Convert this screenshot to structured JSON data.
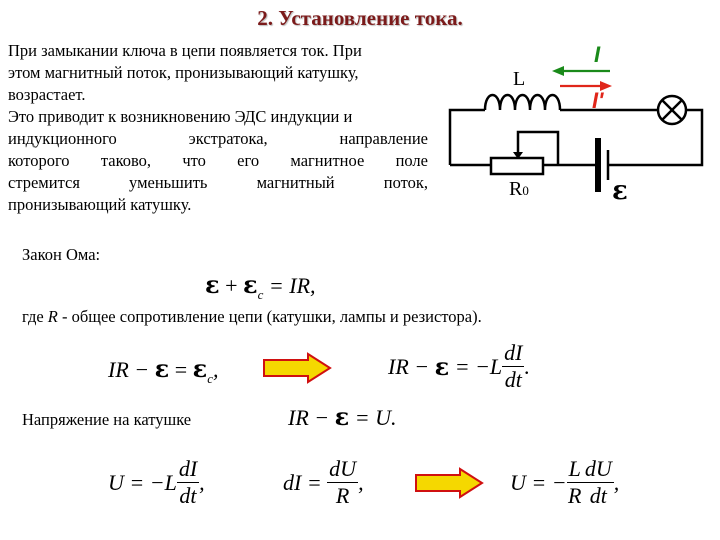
{
  "title": "2. Установление тока.",
  "intro": {
    "lines": [
      "При замыкании ключа в цепи появляется ток. При",
      "этом магнитный поток, пронизывающий катушку,",
      "возрастает.",
      "Это приводит к возникновению ЭДС индукции и",
      "индукционного экстратока, направление",
      "которого таково, что его магнитное поле",
      "стремится уменьшить магнитный поток,",
      "пронизывающий катушку."
    ]
  },
  "circuit": {
    "label_L": "L",
    "label_R0": "R",
    "label_R0_sub": "0",
    "label_I": "I",
    "label_I_prime": "I'",
    "label_emf": "ε",
    "color_I": "#1a8a1a",
    "color_I_prime": "#e0261a"
  },
  "ohm": {
    "label": "Закон Ома:",
    "eq_plus": "+",
    "eq_sub_c": "c",
    "eq_rhs": "= IR,"
  },
  "where": {
    "text_before": "где ",
    "text_R": "R",
    "text_after": " - общее сопротивление цепи (катушки, лампы и резистора)."
  },
  "eq2": {
    "lhs": "IR −",
    "eq": "=",
    "sub_c": "c",
    "tail": ","
  },
  "eq3": {
    "lhs": "IR −",
    "eq": "= −L",
    "num": "dI",
    "den": "dt",
    "tail": "."
  },
  "voltage": {
    "label": "Напряжение на катушке",
    "lhs": "IR −",
    "rhs": "= U."
  },
  "eq4": {
    "lhs": "U = −L",
    "num": "dI",
    "den": "dt",
    "tail": ","
  },
  "eq5": {
    "lhs": "dI =",
    "num": "dU",
    "den": "R",
    "tail": ","
  },
  "eq6": {
    "lhs": "U = −",
    "num1": "L",
    "den1": "R",
    "num2": "dU",
    "den2": "dt",
    "tail": ","
  },
  "arrow_color": "#f5d800",
  "arrow_border": "#d01010"
}
